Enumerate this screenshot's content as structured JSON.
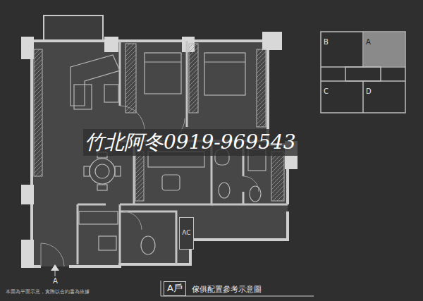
{
  "diagram": {
    "nodes": [
      {
        "text": [
          "B"
        ]
      },
      {
        "text": [
          "A"
        ]
      },
      {
        "text": [
          "C"
        ]
      },
      {
        "text": [
          "D"
        ]
      },
      {
        "text": [
          "AC"
        ]
      },
      {
        "text": [
          "A戶"
        ]
      }
    ],
    "labels": [
      "竹北阿冬0919-969543",
      "A",
      "傢俱配置參考示意圖",
      "本圖為平面示意，實際以合約書為依據"
    ]
  }
}
